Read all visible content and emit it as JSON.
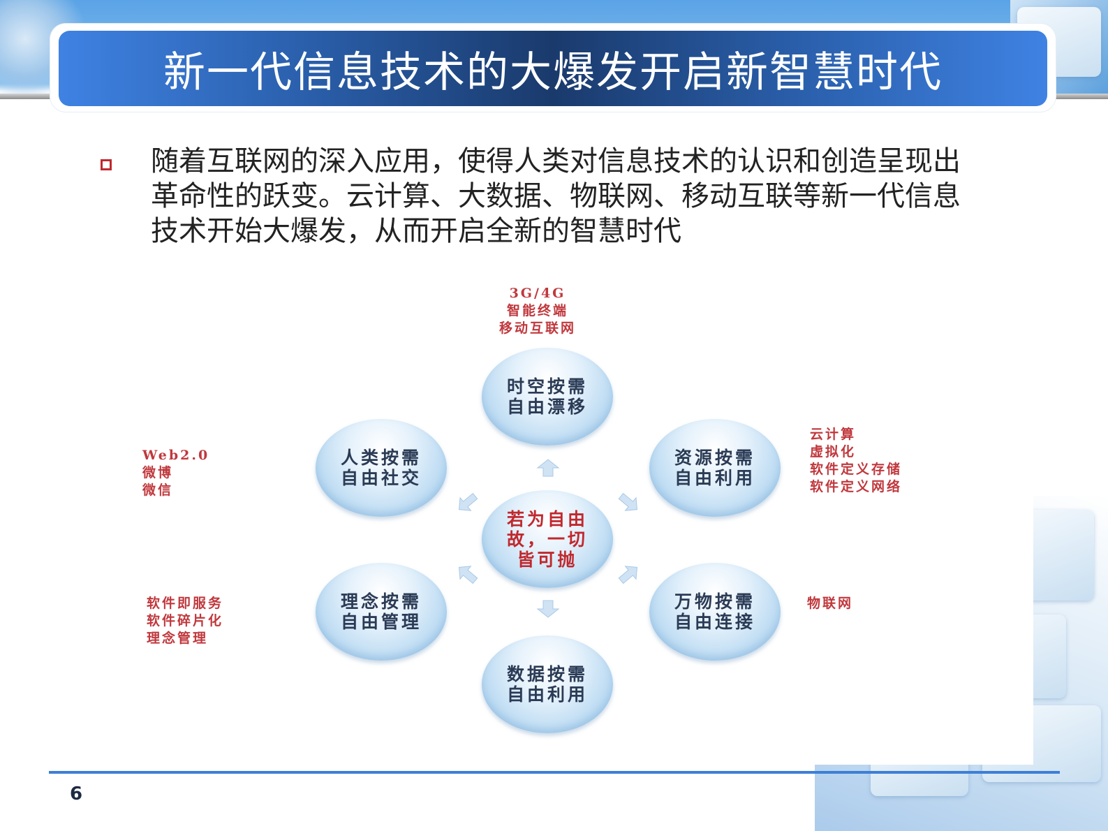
{
  "slide": {
    "title": "新一代信息技术的大爆发开启新智慧时代",
    "bullet_lines": [
      "随着互联网的深入应用，使得人类对信息技术的认识和创造呈现出",
      "革命性的跃变。云计算、大数据、物联网、移动互联等新一代信息",
      "技术开始大爆发，从而开启全新的智慧时代"
    ],
    "page_number": "6"
  },
  "diagram": {
    "center": [
      "若为自由",
      "故，一切",
      "皆可抛"
    ],
    "top": [
      "时空按需",
      "自由漂移"
    ],
    "upper_left": [
      "人类按需",
      "自由社交"
    ],
    "upper_right": [
      "资源按需",
      "自由利用"
    ],
    "lower_left": [
      "理念按需",
      "自由管理"
    ],
    "lower_right": [
      "万物按需",
      "自由连接"
    ],
    "bottom": [
      "数据按需",
      "自由利用"
    ]
  },
  "notes": {
    "top": [
      "3G/4G",
      "智能终端",
      "移动互联网"
    ],
    "upper_left": [
      "Web2.0",
      "微博",
      "微信"
    ],
    "upper_right": [
      "云计算",
      "虚拟化",
      "软件定义存储",
      "软件定义网络"
    ],
    "lower_left": [
      "软件即服务",
      "软件碎片化",
      "理念管理"
    ],
    "lower_right": [
      "物联网"
    ]
  },
  "colors": {
    "header_dark": "#1a3a6c",
    "header_light": "#3f82e3",
    "accent_red": "#c0282d",
    "footer_line": "#3e7fd6"
  }
}
